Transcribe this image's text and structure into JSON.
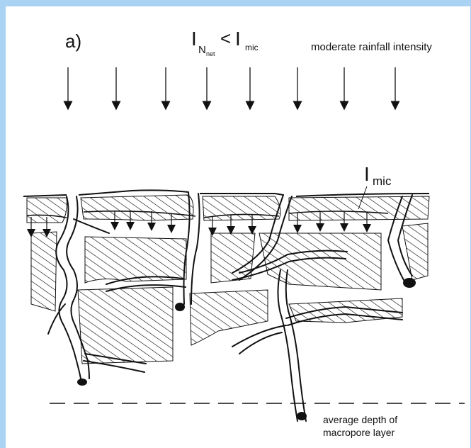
{
  "panel_label": "a)",
  "formula": {
    "main": "I",
    "sub1": "N",
    "sub2": "net",
    "operator": "<",
    "rhs": "I",
    "rhs_sub": "mic"
  },
  "rain_label": "moderate rainfall intensity",
  "infiltration_label": {
    "main": "I",
    "sub": "mic"
  },
  "depth_label": {
    "line1": "average depth of",
    "line2": "macropore layer"
  },
  "colors": {
    "frame": "#a9d2f3",
    "background": "#ffffff",
    "ink": "#111111"
  }
}
